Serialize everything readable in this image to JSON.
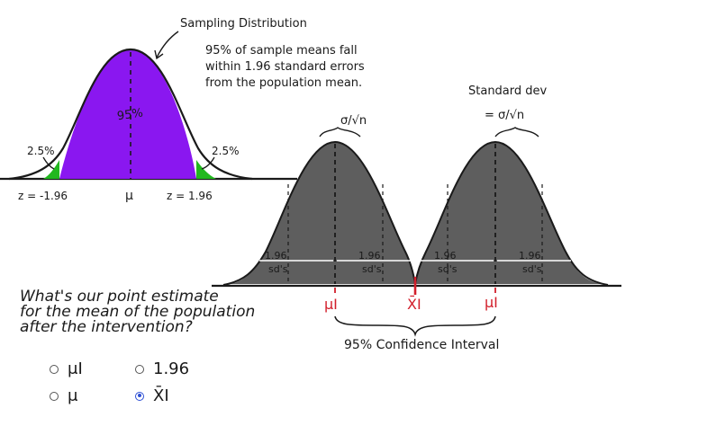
{
  "left_panel": {
    "caption_title": "Sampling Distribution",
    "caption_lines": [
      "95% of sample means fall",
      "within 1.96 standard errors",
      "from the population mean."
    ],
    "center_label": "95%",
    "left_tail": "2.5%",
    "right_tail": "2.5%",
    "z_left": "z = -1.96",
    "mu": "μ",
    "z_right": "z = 1.96",
    "colors": {
      "center": "#8a17f0",
      "tails": "#22b81f"
    }
  },
  "right_panel": {
    "sigma_label_left": "σ/√n",
    "std_dev_title": "Standard dev",
    "std_dev_value": "= σ/√n",
    "dist_label": "1.96",
    "dist_unit": "sd's",
    "mu_i_left": "μI",
    "x_bar": "X̄I",
    "mu_i_right": "μI",
    "ci_label": "95% Confidence Interval",
    "colors": {
      "curve_fill": "#5e5e5e",
      "marker": "#d21f2b"
    }
  },
  "question": {
    "lines": [
      "What's our point estimate",
      "for the mean of the population",
      "after the intervention?"
    ]
  },
  "choices": [
    {
      "label": "μI",
      "selected": false
    },
    {
      "label": "1.96",
      "selected": false
    },
    {
      "label": "μ",
      "selected": false
    },
    {
      "label": "X̄I",
      "selected": true
    }
  ]
}
